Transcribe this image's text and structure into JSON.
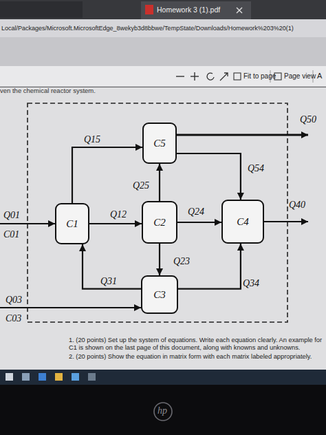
{
  "diagram": {
    "nodes": [
      {
        "text": [
          "C5"
        ]
      },
      {
        "text": [
          "C1"
        ]
      },
      {
        "text": [
          "C2"
        ]
      },
      {
        "text": [
          "C4"
        ]
      },
      {
        "text": [
          "C3"
        ]
      }
    ],
    "edges": [
      {
        "from": 1,
        "to": 0,
        "label": "Q15",
        "arrow": "to"
      },
      {
        "from": 1,
        "to": 2,
        "label": "Q12",
        "arrow": "to"
      },
      {
        "from": 2,
        "to": 0,
        "label": "Q25",
        "arrow": "to"
      },
      {
        "from": 2,
        "to": 3,
        "label": "Q24",
        "arrow": "to"
      },
      {
        "from": 2,
        "to": 4,
        "label": "Q23",
        "arrow": "to"
      },
      {
        "from": 4,
        "to": 1,
        "label": "Q31",
        "arrow": "to"
      },
      {
        "from": 4,
        "to": 3,
        "label": "Q34",
        "arrow": "to"
      },
      {
        "from": 0,
        "to": 3,
        "label": "Q54",
        "arrow": "to"
      }
    ],
    "labels": [
      "Homework 3 (1).pdf",
      "Local/Packages/Microsoft.MicrosoftEdge_8wekyb3d8bbwe/TempState/Downloads/Homework%203%20(1)",
      "Fit to page",
      "Page view",
      "A",
      "ven the chemical reactor system.",
      "Q50",
      "Q40",
      "Q01",
      "C01",
      "Q03",
      "C03",
      "1. (20 points) Set up the system of equations. Write each equation clearly. An example for C1 is shown on the last page of this document, along with knowns and unknowns.",
      "2. (20 points) Show the equation in matrix form with each matrix labeled appropriately.",
      "hp"
    ]
  }
}
